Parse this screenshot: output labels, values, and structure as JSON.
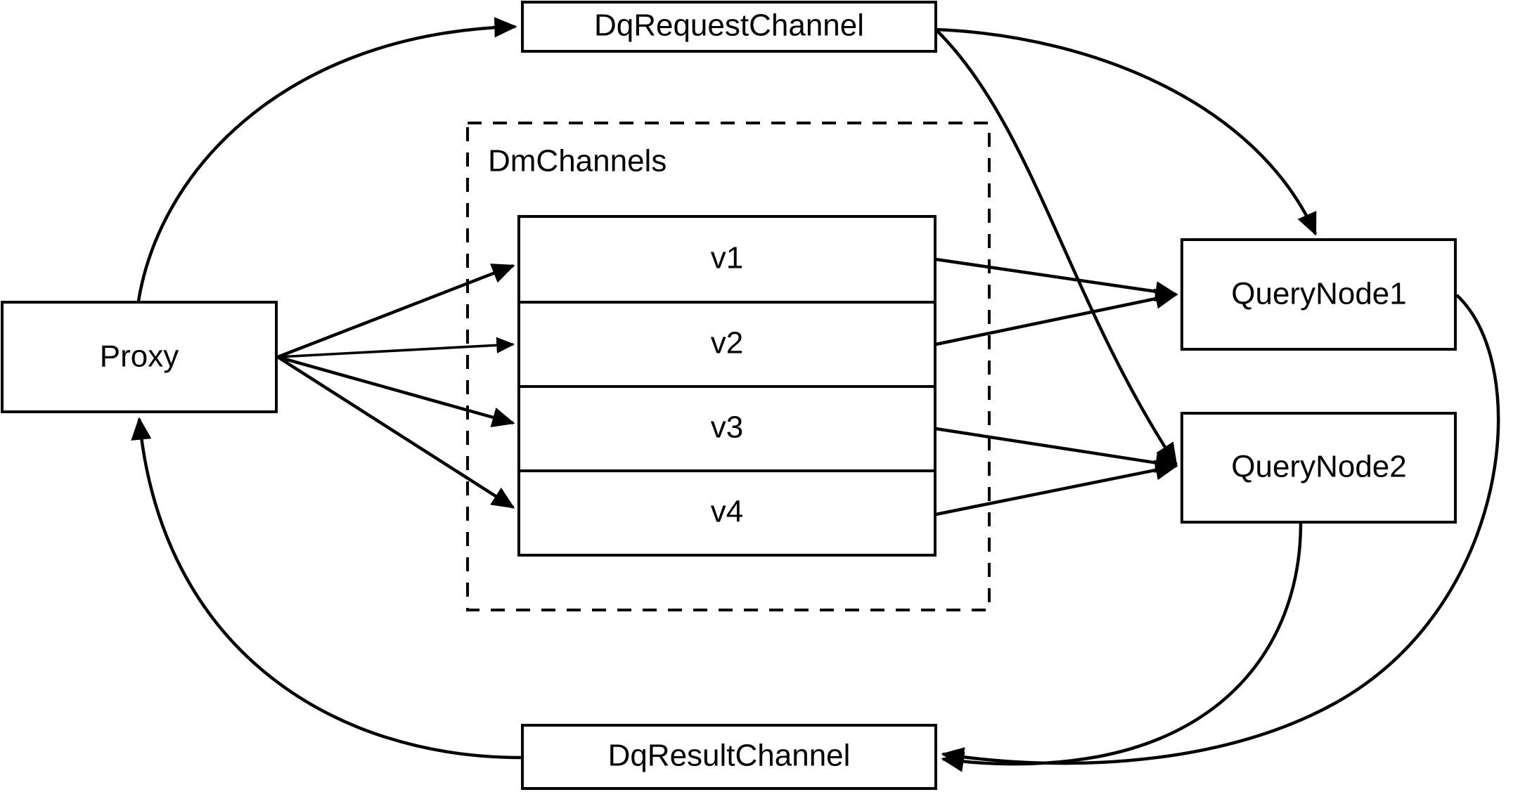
{
  "diagram": {
    "title": "Milvus distributed query channel flow",
    "background_color": "#ffffff",
    "stroke_color": "#000000",
    "nodes": {
      "proxy": {
        "label": "Proxy"
      },
      "dq_request_channel": {
        "label": "DqRequestChannel"
      },
      "dq_result_channel": {
        "label": "DqResultChannel"
      },
      "query_node_1": {
        "label": "QueryNode1"
      },
      "query_node_2": {
        "label": "QueryNode2"
      }
    },
    "group": {
      "label": "DmChannels",
      "style": "dashed",
      "rows": [
        {
          "label": "v1"
        },
        {
          "label": "v2"
        },
        {
          "label": "v3"
        },
        {
          "label": "v4"
        }
      ]
    },
    "edges": [
      {
        "name": "proxy-to-dq-request-channel",
        "from": "Proxy",
        "to": "DqRequestChannel",
        "style": "curved",
        "arrow": "to"
      },
      {
        "name": "proxy-to-v1",
        "from": "Proxy",
        "to": "v1",
        "style": "straight",
        "arrow": "to"
      },
      {
        "name": "proxy-to-v2",
        "from": "Proxy",
        "to": "v2",
        "style": "straight",
        "arrow": "to"
      },
      {
        "name": "proxy-to-v3",
        "from": "Proxy",
        "to": "v3",
        "style": "straight",
        "arrow": "to"
      },
      {
        "name": "proxy-to-v4",
        "from": "Proxy",
        "to": "v4",
        "style": "straight",
        "arrow": "to"
      },
      {
        "name": "dq-request-channel-to-query-node-1",
        "from": "DqRequestChannel",
        "to": "QueryNode1",
        "style": "curved",
        "arrow": "to"
      },
      {
        "name": "dq-request-channel-to-query-node-2",
        "from": "DqRequestChannel",
        "to": "QueryNode2",
        "style": "curved",
        "arrow": "to"
      },
      {
        "name": "v1-to-query-node-1",
        "from": "v1",
        "to": "QueryNode1",
        "style": "straight",
        "arrow": "to"
      },
      {
        "name": "v2-to-query-node-1",
        "from": "v2",
        "to": "QueryNode1",
        "style": "straight",
        "arrow": "to"
      },
      {
        "name": "v3-to-query-node-2",
        "from": "v3",
        "to": "QueryNode2",
        "style": "straight",
        "arrow": "to"
      },
      {
        "name": "v4-to-query-node-2",
        "from": "v4",
        "to": "QueryNode2",
        "style": "straight",
        "arrow": "to"
      },
      {
        "name": "query-node-1-to-dq-result-channel",
        "from": "QueryNode1",
        "to": "DqResultChannel",
        "style": "curved",
        "arrow": "to"
      },
      {
        "name": "query-node-2-to-dq-result-channel",
        "from": "QueryNode2",
        "to": "DqResultChannel",
        "style": "curved",
        "arrow": "to"
      },
      {
        "name": "dq-result-channel-to-proxy",
        "from": "DqResultChannel",
        "to": "Proxy",
        "style": "curved",
        "arrow": "to"
      }
    ]
  }
}
